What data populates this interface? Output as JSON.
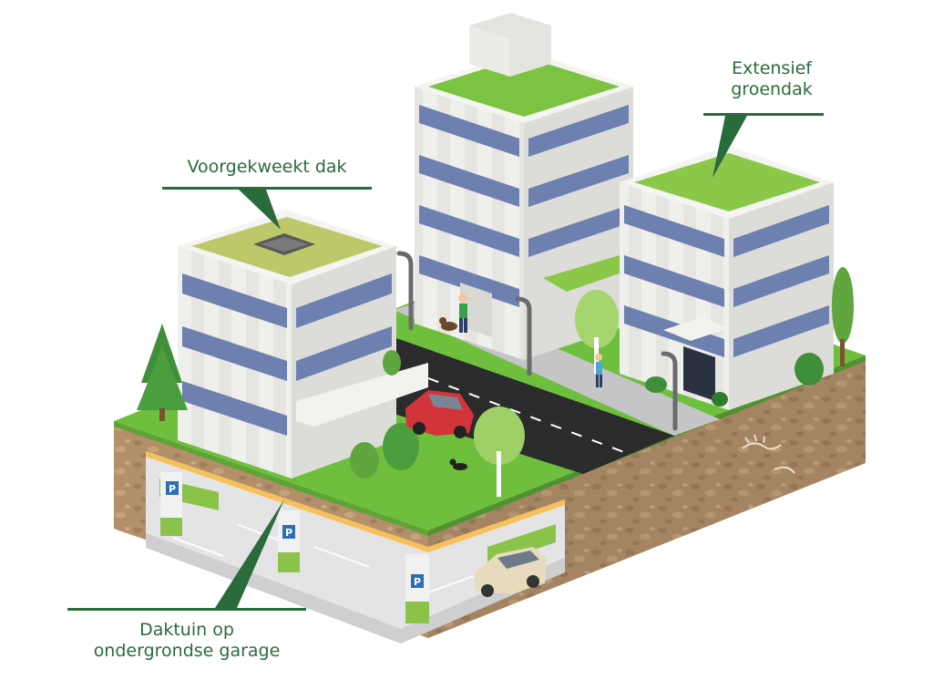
{
  "labels": {
    "prelim_roof": "Voorgekweekt dak",
    "extensive_line1": "Extensief",
    "extensive_line2": "groendak",
    "garden_line1": "Daktuin op",
    "garden_line2": "ondergrondse garage"
  },
  "signs": {
    "parking": "P"
  },
  "colors": {
    "accent_green": "#2a6b3b",
    "grass": "#6fbf3f",
    "roof_grass": "#8bc84a",
    "sedum": "#bdc86a",
    "soil": "#b59067",
    "road": "#2b2b2e",
    "pavement": "#c5c4c7",
    "wall": "#eeeeea",
    "window": "#6e80b0",
    "garage_accent": "#8bc34a",
    "car_red": "#d2343a",
    "car_beige": "#e6dcbd"
  },
  "icons": {
    "tree": "tree-icon",
    "parking_sign": "parking-sign-icon",
    "street_lamp": "street-lamp-icon",
    "person": "person-icon",
    "dog": "dog-icon",
    "cat": "cat-icon"
  }
}
